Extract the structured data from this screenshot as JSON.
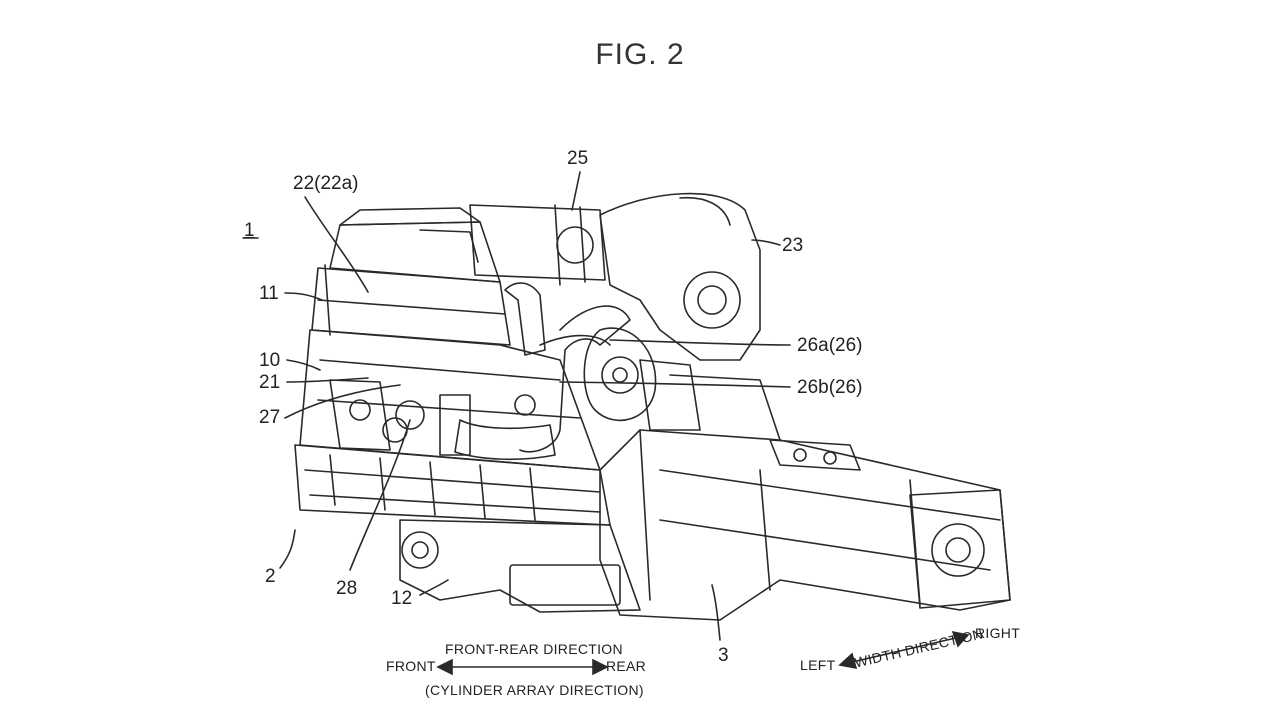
{
  "figure": {
    "title": "FIG. 2"
  },
  "labels": {
    "assembly": "1",
    "l22": "22(22a)",
    "l25": "25",
    "l23": "23",
    "l11": "11",
    "l10": "10",
    "l21": "21",
    "l27": "27",
    "l26a": "26a(26)",
    "l26b": "26b(26)",
    "l2": "2",
    "l28": "28",
    "l12": "12",
    "l3": "3"
  },
  "directions": {
    "front_rear": "FRONT-REAR DIRECTION",
    "cylinder_array": "(CYLINDER ARRAY DIRECTION)",
    "front": "FRONT",
    "rear": "REAR",
    "width": "WIDTH DIRECTION",
    "left": "LEFT",
    "right": "RIGHT"
  }
}
